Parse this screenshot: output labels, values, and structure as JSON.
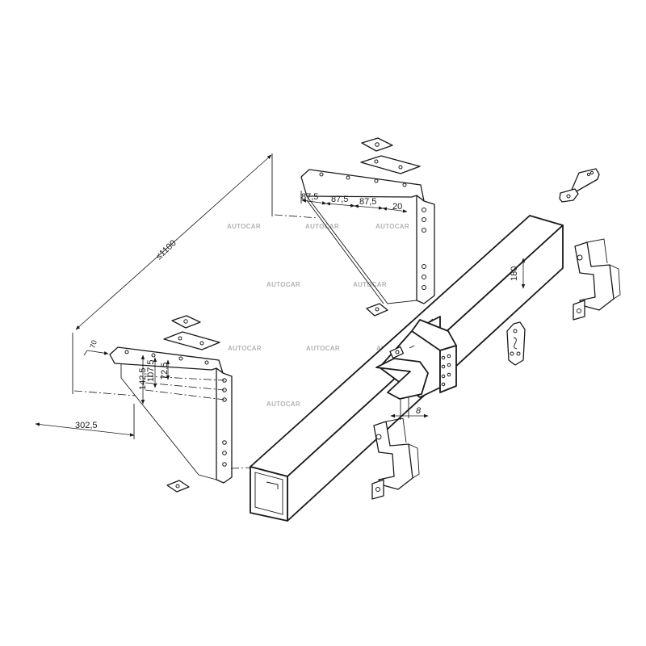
{
  "watermark": "AUTOCAR",
  "dimensions": {
    "max_length": "≤1100",
    "bolt_spacing_1": "87,5",
    "bolt_spacing_2": "87,5",
    "bolt_spacing_3": "87,5",
    "edge_offset": "20",
    "bracket_offset": "70",
    "height_1": "142,5",
    "height_2": "107,5",
    "height_3": "72,5",
    "bracket_width": "302,5",
    "beam_height": "180",
    "plate_thickness": "8"
  },
  "colors": {
    "line": "#1a1a1a",
    "watermark": "#b3b3b3",
    "background": "#ffffff"
  }
}
